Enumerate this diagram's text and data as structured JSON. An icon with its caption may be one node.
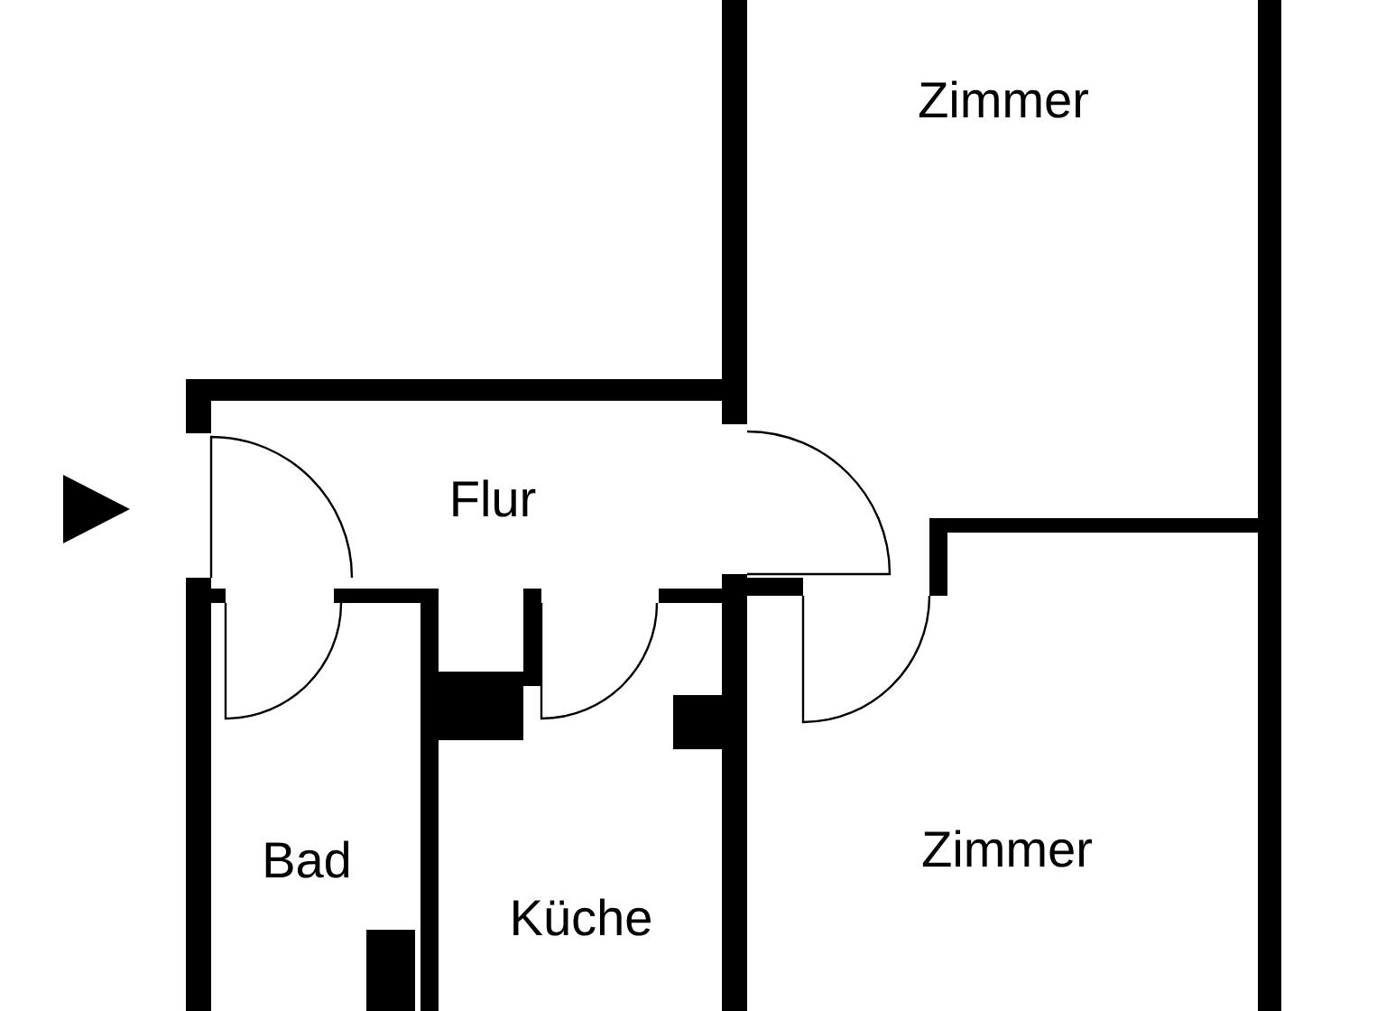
{
  "diagram": {
    "nodes": [
      {
        "text": [
          "Zimmer"
        ]
      },
      {
        "text": [
          "Flur"
        ]
      },
      {
        "text": [
          "Zimmer"
        ]
      },
      {
        "text": [
          "Bad"
        ]
      },
      {
        "text": [
          "Küche"
        ]
      }
    ]
  }
}
